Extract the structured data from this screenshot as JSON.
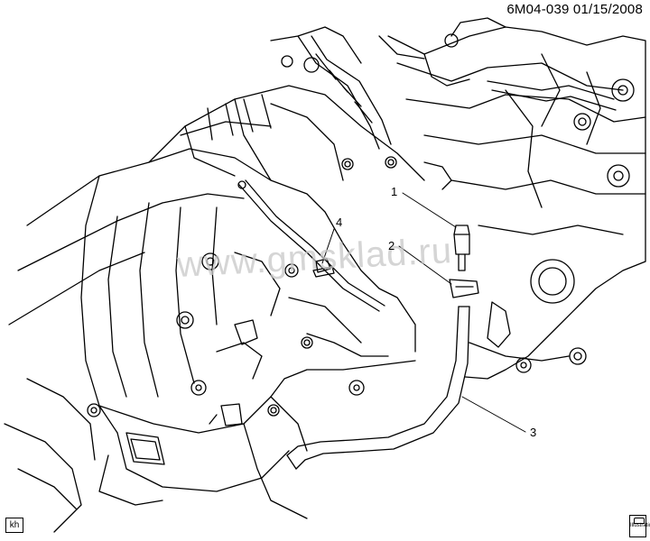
{
  "header": {
    "diagram_id": "6M04-039",
    "date": "01/15/2008"
  },
  "watermark": {
    "text": "www.gmsklad.ru"
  },
  "callouts": [
    {
      "number": "1"
    },
    {
      "number": "2"
    },
    {
      "number": "3"
    },
    {
      "number": "4"
    }
  ],
  "footer": {
    "initials": "kh",
    "badge_text": "Illustration"
  },
  "colors": {
    "line": "#000000",
    "background": "#ffffff",
    "watermark": "#c8c8c8"
  },
  "icons": {
    "corner_badge": "book-icon"
  }
}
